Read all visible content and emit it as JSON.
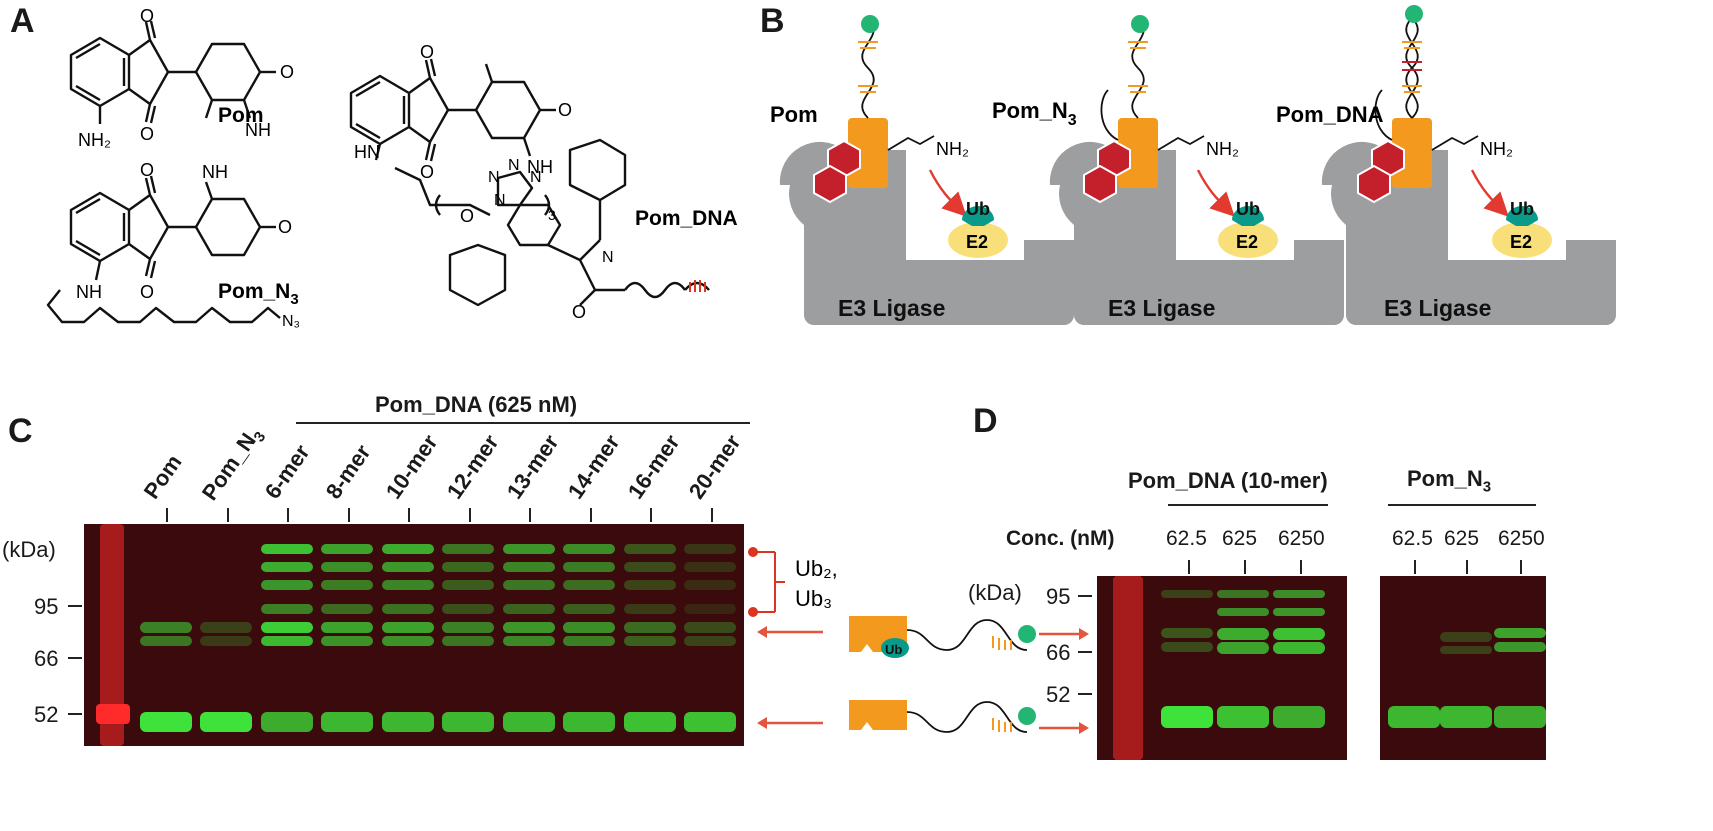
{
  "panels": {
    "a": "A",
    "b": "B",
    "c": "C",
    "d": "D"
  },
  "panel_a": {
    "pom": {
      "name": "Pom",
      "amine": "NH₂",
      "O": "O",
      "NH": "NH"
    },
    "pom_n3": {
      "name_prefix": "Pom_N",
      "name_sub": "3",
      "NH": "NH",
      "O": "O",
      "azide": "N₃"
    },
    "pom_dna": {
      "name": "Pom_DNA",
      "HN": "HN",
      "O": "O",
      "NH": "NH",
      "N": "N",
      "repeat": "3"
    }
  },
  "panel_b": {
    "labels": [
      "Pom",
      "Pom_N",
      "Pom_DNA"
    ],
    "pom_n3_sub": "3",
    "nh2": "NH₂",
    "ub": "Ub",
    "e2": "E2",
    "e3": "E3 Ligase"
  },
  "panel_c": {
    "header": "Pom_DNA (625 nM)",
    "lanes": [
      "Pom",
      "Pom_N",
      "6-mer",
      "8-mer",
      "10-mer",
      "12-mer",
      "13-mer",
      "14-mer",
      "16-mer",
      "20-mer"
    ],
    "lane2_sub": "3",
    "unit": "(kDa)",
    "markers": [
      "95",
      "66",
      "52"
    ],
    "ub_label_1": "Ub₂,",
    "ub_label_2": "Ub₃",
    "legend_ub": "Ub"
  },
  "panel_d": {
    "group1": "Pom_DNA (10-mer)",
    "group2": "Pom_N",
    "group2_sub": "3",
    "conc_label": "Conc. (nM)",
    "concs": [
      "62.5",
      "625",
      "6250",
      "62.5",
      "625",
      "6250"
    ],
    "unit": "(kDa)",
    "markers": [
      "95",
      "66",
      "52"
    ]
  },
  "colors": {
    "orange": "#f39a1e",
    "green": "#22b573",
    "red_hex": "#c3202c",
    "teal": "#0a9a8a",
    "yellow": "#f9df7a",
    "grey": "#9d9ea0",
    "gel_bg": "#3a0a0c",
    "band_green": "#3ee23a",
    "ladder_red": "#ff2a2a",
    "arrow_red": "#e2553f"
  }
}
